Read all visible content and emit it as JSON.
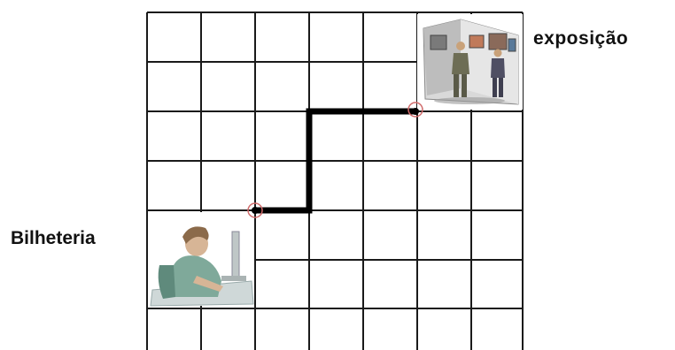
{
  "labels": {
    "exhibition": "exposição",
    "ticket_office": "Bilheteria"
  },
  "grid": {
    "columns": 7,
    "rows": 7,
    "line_color": "#1a1a1a"
  },
  "path": {
    "description_points": "three segments: right, up, right",
    "color": "#000000",
    "marker_color": "#d06a6a"
  },
  "icons": {
    "exhibition": "people-viewing-paintings-clipart",
    "ticket_office": "person-at-desk-clipart"
  }
}
